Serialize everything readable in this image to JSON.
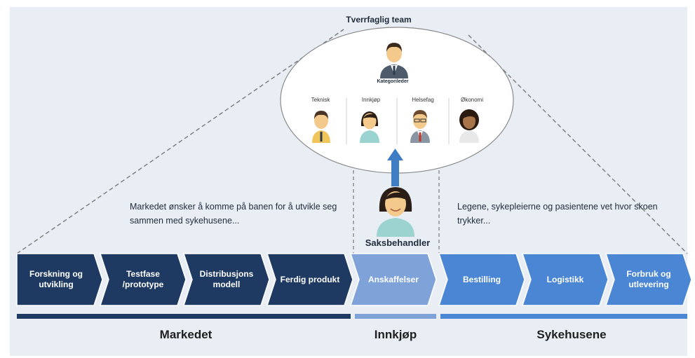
{
  "team": {
    "title": "Tverrfaglig team",
    "lead_label": "Kategorileder",
    "members": [
      "Teknisk",
      "Innkjøp",
      "Helsefag",
      "Økonomi"
    ]
  },
  "descriptions": {
    "market": "Markedet ønsker å komme på banen for å utvikle seg sammen med sykehusene...",
    "hospital": "Legene, sykepleierne og pasientene vet hvor skoen trykker..."
  },
  "caseworker_label": "Saksbehandler",
  "steps": [
    {
      "label": "Forskning og utvikling",
      "group": "market"
    },
    {
      "label": "Testfase /prototype",
      "group": "market"
    },
    {
      "label": "Distribusjons modell",
      "group": "market"
    },
    {
      "label": "Ferdig produkt",
      "group": "market"
    },
    {
      "label": "Anskaffelser",
      "group": "procurement"
    },
    {
      "label": "Bestilling",
      "group": "hospital"
    },
    {
      "label": "Logistikk",
      "group": "hospital"
    },
    {
      "label": "Forbruk og utlevering",
      "group": "hospital"
    }
  ],
  "groups": {
    "market": "Markedet",
    "procurement": "Innkjøp",
    "hospital": "Sykehusene"
  },
  "colors": {
    "market": "#1e3a62",
    "procurement": "#7fa3d8",
    "hospital": "#4a86d4",
    "arrow": "#3e7cc4"
  }
}
